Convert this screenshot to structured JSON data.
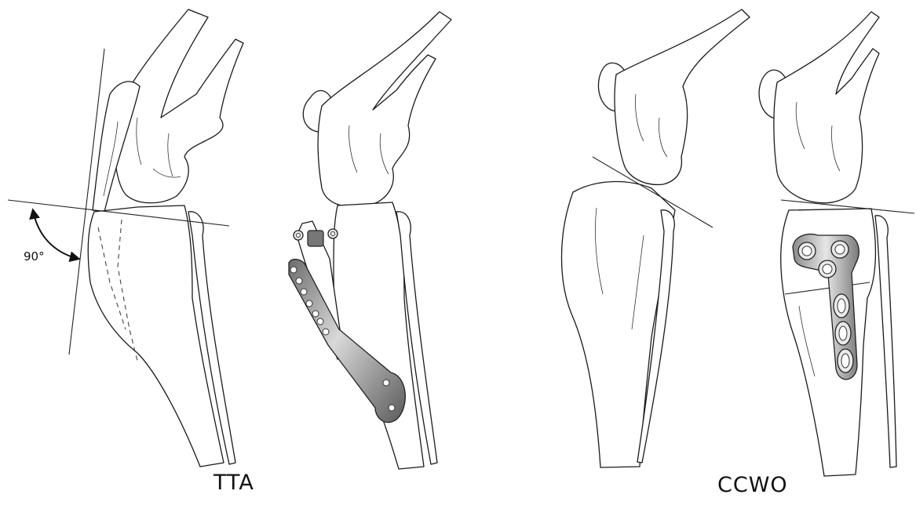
{
  "figure": {
    "panels": [
      {
        "caption": "TTA",
        "angle_label": "90°"
      },
      {
        "caption": "CCWO"
      }
    ]
  }
}
